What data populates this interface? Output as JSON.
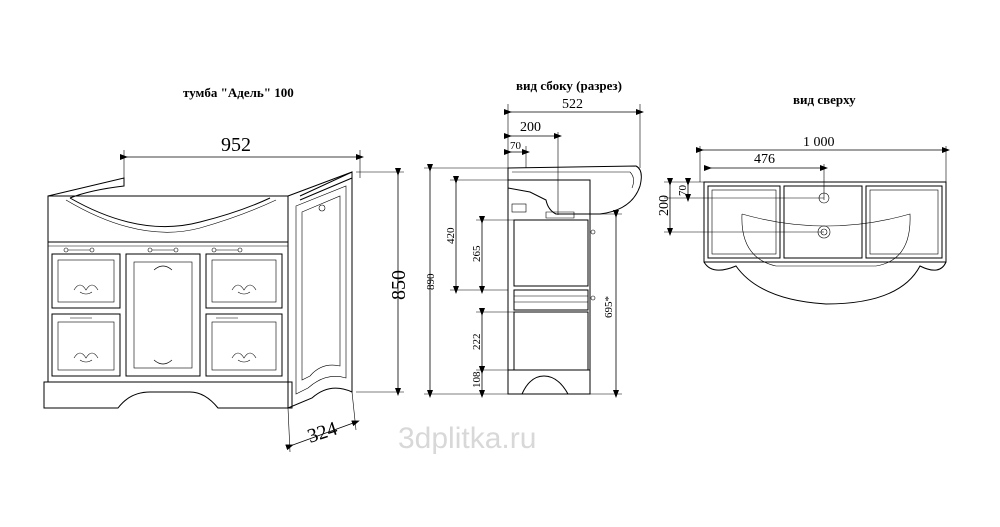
{
  "titles": {
    "front": "тумба \"Адель\" 100",
    "side": "вид сбоку (разрез)",
    "top": "вид сверху"
  },
  "front_dims": {
    "width": "952",
    "height": "850",
    "depth": "324"
  },
  "side_dims": {
    "depth_total": "522",
    "basin_offset": "200",
    "edge_offset": "70",
    "total_height": "890",
    "upper_section": "420",
    "drawer_zone": "265",
    "lower_zone": "222",
    "plinth": "108",
    "counter_height": "695*"
  },
  "top_dims": {
    "width": "1 000",
    "center_offset": "476",
    "depth_offset": "200",
    "edge_offset": "70"
  },
  "watermark": "3dplitka.ru"
}
